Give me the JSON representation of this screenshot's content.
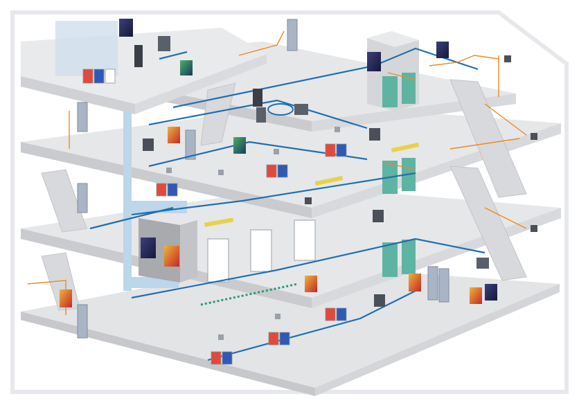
{
  "diagram": {
    "kind": "isometric-building-automation-cutaway",
    "floors": [
      "roof",
      "floor-3",
      "floor-2",
      "floor-1",
      "ground"
    ],
    "colors": {
      "background": "#ffffff",
      "frame": "#f3f4f6",
      "slab_top": "#e6e7e9",
      "slab_front": "#c9cbce",
      "slab_side": "#d8d9dc",
      "wall": "#dcdde0",
      "data_line": "#1f6fb3",
      "light_duct": "#bcd6ea",
      "control_line": "#e98a25",
      "elevator": "#5fb3a3",
      "light_fixture": "#e5d34a",
      "fire_line": "#2a9a6a",
      "door": "#a9b5c5",
      "panel_dark": "#2b2f5c",
      "panel_warm": "#d8462a"
    },
    "icons": [
      "stairs-icon",
      "door-icon",
      "elevator-icon",
      "server-rack-icon",
      "workstation-icon",
      "access-reader-icon",
      "controller-icon",
      "security-panel-icon",
      "light-fixture-icon",
      "radiator-icon",
      "sensor-icon"
    ]
  }
}
